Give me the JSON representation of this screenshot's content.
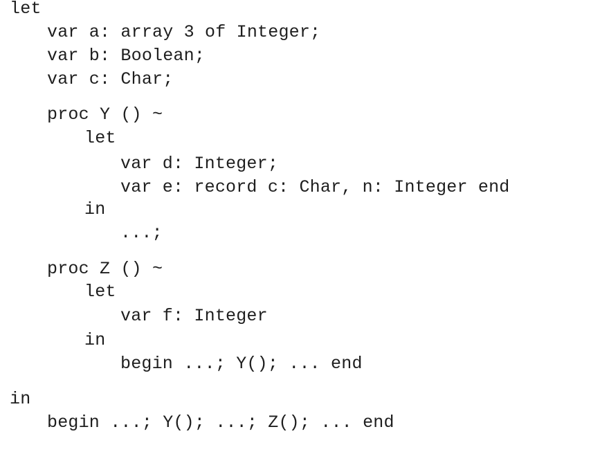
{
  "listing": {
    "lines": [
      "let",
      "var a: array 3 of Integer;",
      "var b: Boolean;",
      "var c: Char;",
      "proc Y () ~",
      "let",
      "var d: Integer;",
      "var e: record c: Char, n: Integer end",
      "in",
      "...;",
      "proc Z () ~",
      "let",
      "var f: Integer",
      "in",
      "begin ...; Y(); ... end",
      "in",
      "begin ...; Y(); ...; Z(); ... end"
    ]
  }
}
